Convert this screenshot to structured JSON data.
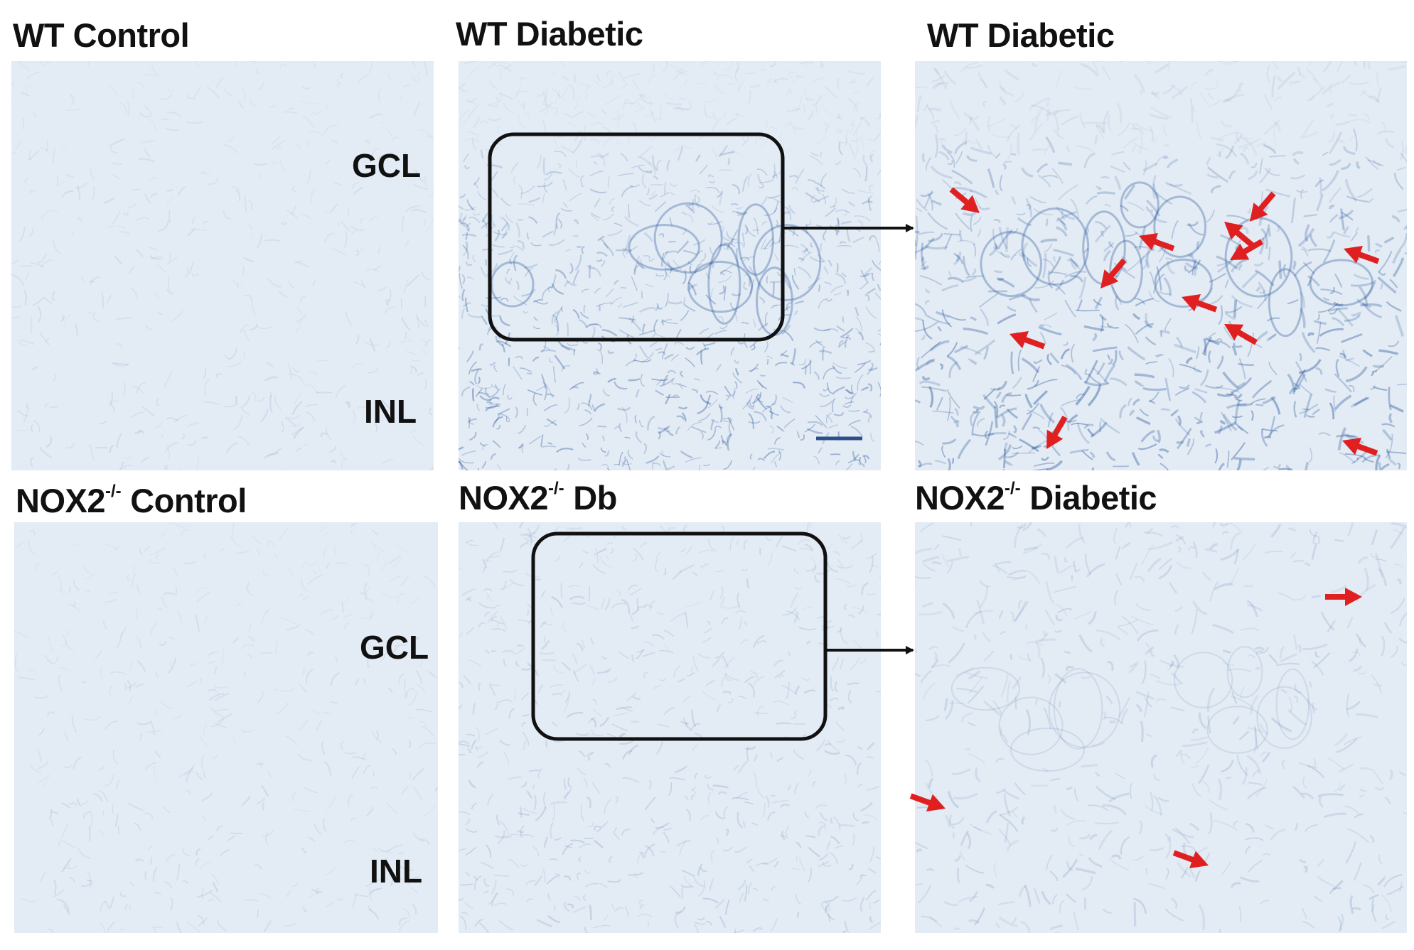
{
  "figure": {
    "panels": [
      {
        "id": "p1",
        "title": "WT Control",
        "labels": [
          "GCL",
          "INL"
        ],
        "stain": "light",
        "arrows": []
      },
      {
        "id": "p2",
        "title": "WT Diabetic",
        "labels": [],
        "stain": "dense",
        "arrows": []
      },
      {
        "id": "p3",
        "title": "WT Diabetic",
        "labels": [],
        "stain": "dense-zoom",
        "arrow_count": 12
      },
      {
        "id": "p4",
        "title_main": "NOX2",
        "title_sup": "-/-",
        "title_rest": " Control",
        "labels": [
          "GCL",
          "INL"
        ],
        "stain": "light"
      },
      {
        "id": "p5",
        "title_main": "NOX2",
        "title_sup": "-/-",
        "title_rest": " Db",
        "labels": [],
        "stain": "medium"
      },
      {
        "id": "p6",
        "title_main": "NOX2",
        "title_sup": "-/-",
        "title_rest": " Diabetic",
        "labels": [],
        "stain": "medium-zoom",
        "arrow_count": 3
      }
    ],
    "colors": {
      "tissue_base": "#e3ebf4",
      "stain": "#2f5d9f",
      "arrow": "#e02020",
      "box": "#111111"
    }
  }
}
